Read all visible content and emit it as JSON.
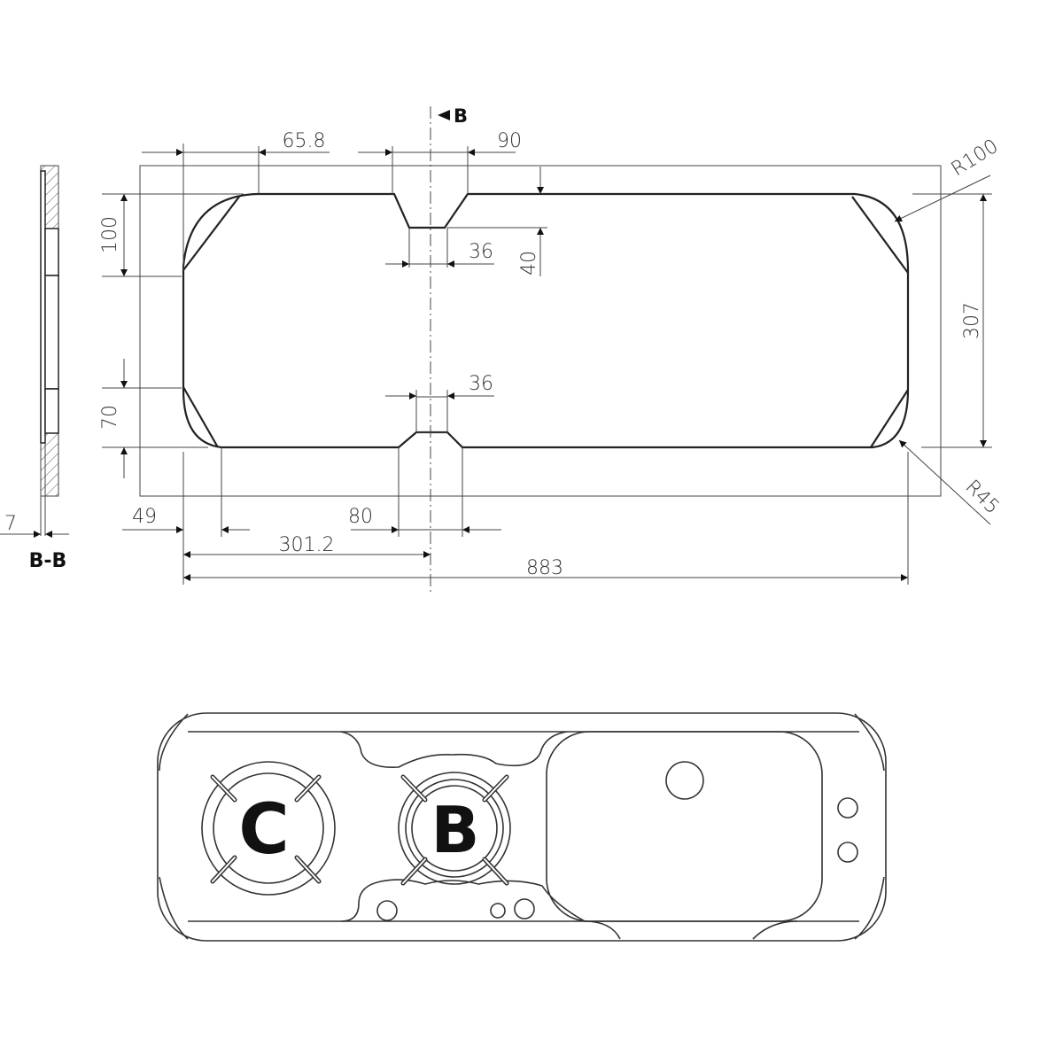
{
  "section_marker": "B",
  "section_label": "B-B",
  "dimensions": {
    "d65_8": "65.8",
    "d90": "90",
    "d40": "40",
    "d36_top": "36",
    "d36_bottom": "36",
    "d100": "100",
    "d70": "70",
    "d49": "49",
    "d80": "80",
    "d301_2": "301.2",
    "d883": "883",
    "d307": "307",
    "r100": "R100",
    "r45": "R45",
    "d7": "7"
  },
  "illustration": {
    "burner_left_label": "C",
    "burner_right_label": "B"
  }
}
